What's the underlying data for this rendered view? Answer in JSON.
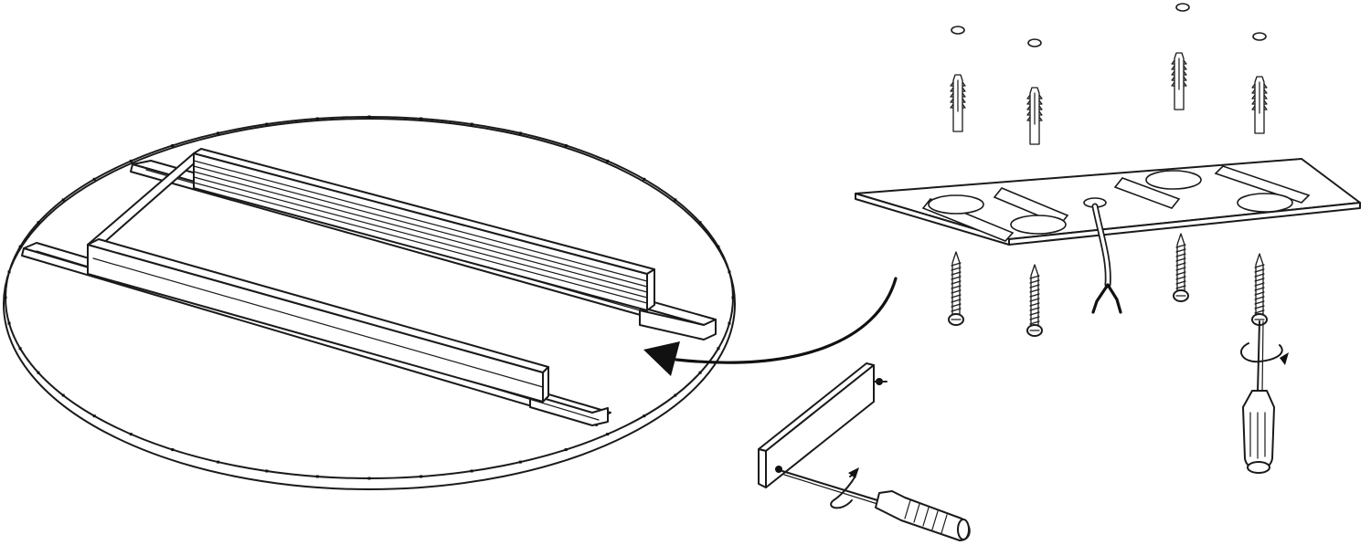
{
  "figure": {
    "colors": {
      "line": "#1a1a1a",
      "background": "#ffffff"
    },
    "components": {
      "round_panel": "panel-back-view",
      "mounting_plate": "ceiling-mounting-plate",
      "connector_plate": "side-connector-plate",
      "screwdrivers": 2,
      "wall_plugs": 4,
      "washers": 4,
      "screws": 4,
      "rotation_arrows": 2
    }
  }
}
